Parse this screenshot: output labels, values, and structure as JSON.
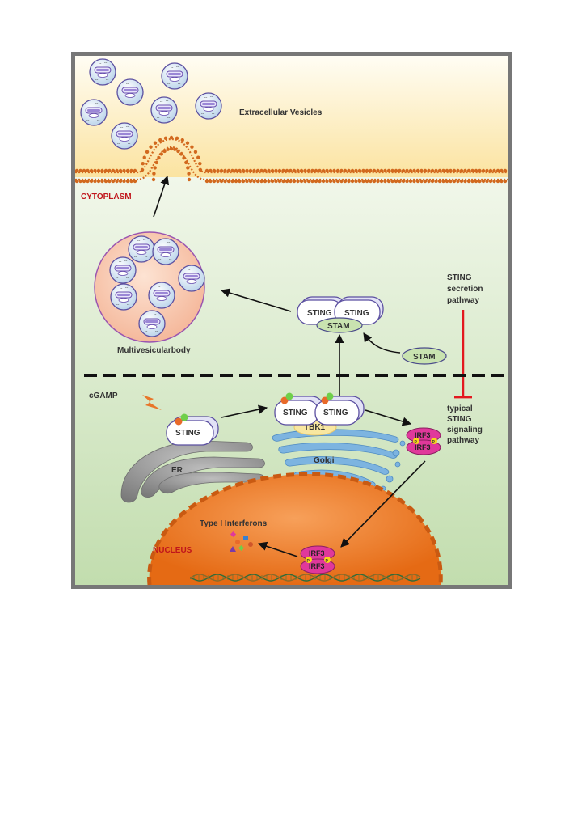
{
  "regions": {
    "cytoplasm": "CYTOPLASM",
    "nucleus": "NUCLEUS"
  },
  "labels": {
    "extracellular_vesicles": "Extracellular Vesicles",
    "multivesicularbody": "Multivesicularbody",
    "cgamp": "cGAMP",
    "er": "ER",
    "golgi": "Golgi",
    "type_i_interferons": "Type I Interferons",
    "sting_secretion_pathway": [
      "STING",
      "secretion",
      "pathway"
    ],
    "typical_sting_signaling_pathway": [
      "typical",
      "STING",
      "signaling",
      "pathway"
    ]
  },
  "proteins": {
    "sting": "STING",
    "stam": "STAM",
    "tbk1": "TBK1",
    "irf3": "IRF3",
    "phospho": "P"
  },
  "colors": {
    "frame": "#6e6e6e",
    "extracellular_bg": "#fdf0c4",
    "cytoplasm_bg": "#dcebcf",
    "membrane": "#d2691e",
    "nucleus": "#ee7a22",
    "sting_fill": "#dcdcf4",
    "sting_stroke": "#5b4fa0",
    "stam_fill": "#c9e3b0",
    "tbk1_fill": "#f8e7a0",
    "irf3_fill": "#e0389b",
    "golgi": "#6aa8d8",
    "inhibition": "#e3181f",
    "label_red": "#c0151b"
  }
}
